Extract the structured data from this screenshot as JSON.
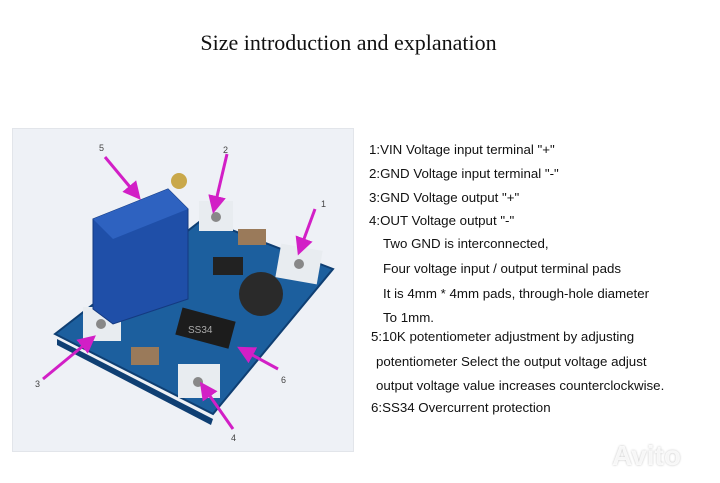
{
  "title": "Size introduction and explanation",
  "photo": {
    "labels": [
      "1",
      "2",
      "3",
      "4",
      "5",
      "6"
    ],
    "chip_marking": "SS34",
    "arrow_color": "#d21fc6",
    "board_color": "#1c5f9e",
    "pot_color": "#1f4fa8"
  },
  "lines": [
    "1:VIN  Voltage input terminal \"+\"",
    "2:GND  Voltage input terminal \"-\"",
    "3:GND Voltage output \"+\"",
    "4:OUT  Voltage output \"-\"",
    "Two GND is interconnected,",
    "Four voltage input / output terminal pads",
    "It is 4mm * 4mm pads, through-hole diameter",
    "To 1mm.",
    "5:10K potentiometer adjustment by adjusting",
    "potentiometer Select the output voltage adjust",
    "output voltage value increases counterclockwise.",
    "6:SS34 Overcurrent protection"
  ],
  "watermark": "Avito"
}
